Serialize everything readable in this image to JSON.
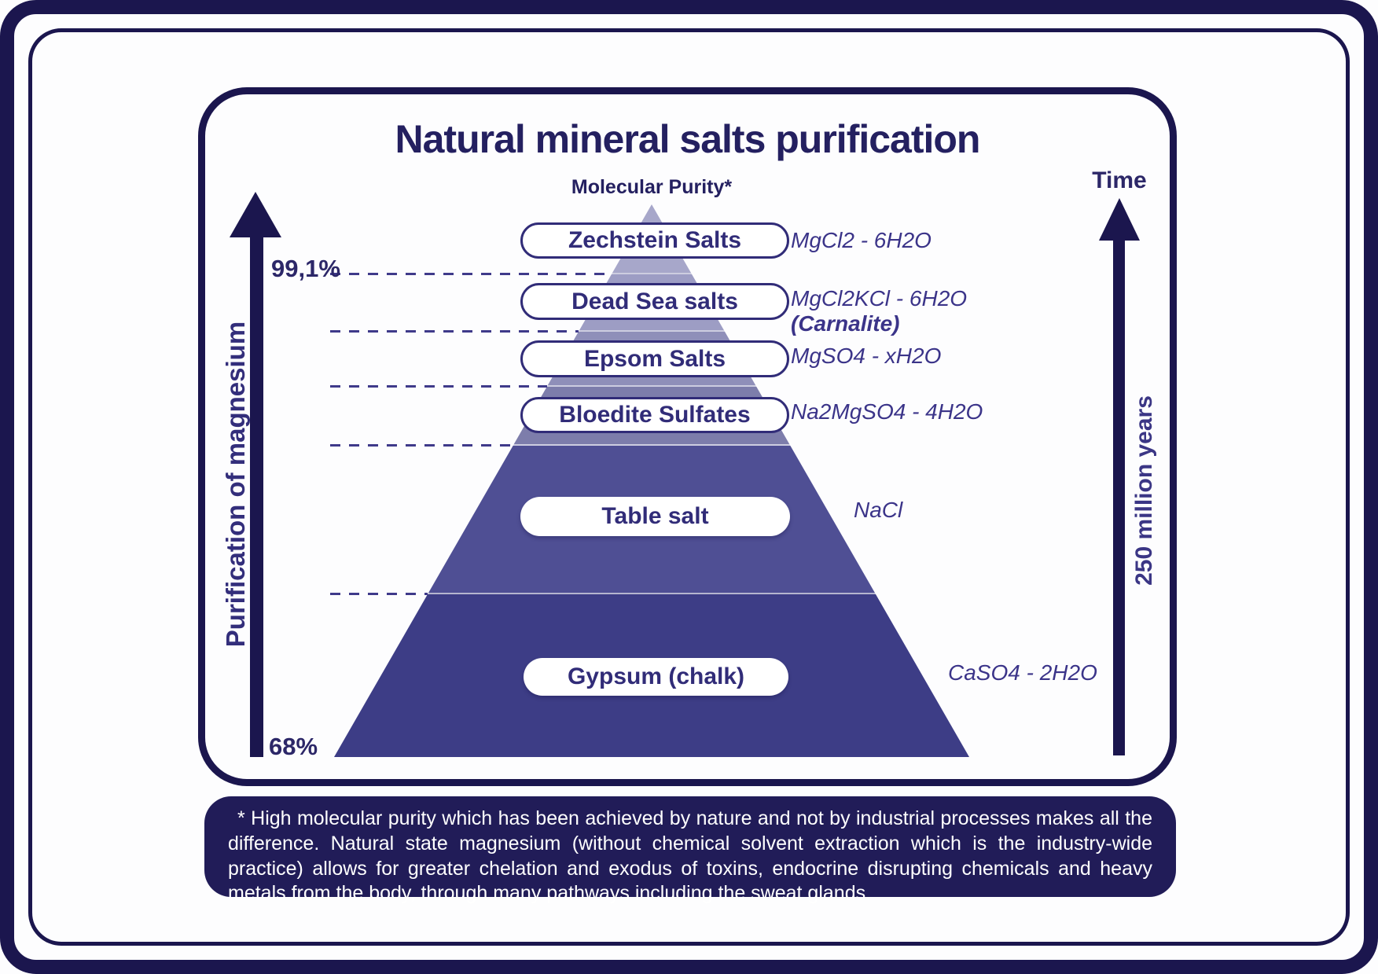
{
  "title": "Natural mineral salts purification",
  "pyramid": {
    "apex_label": "Molecular Purity*",
    "levels": [
      {
        "name": "Zechstein Salts",
        "formula": "MgCl2 - 6H2O",
        "color": "#a7a7ca",
        "boxed": true
      },
      {
        "name": "Dead Sea salts",
        "formula": "MgCl2KCl - 6H2O",
        "formula_note": "(Carnalite)",
        "color": "#9d9dc4",
        "boxed": true
      },
      {
        "name": "Epsom Salts",
        "formula": "MgSO4 - xH2O",
        "color": "#8f8fb9",
        "boxed": true
      },
      {
        "name": "Bloedite Sulfates",
        "formula": "Na2MgSO4 - 4H2O",
        "color": "#7d7dab",
        "boxed": true
      },
      {
        "name": "Table salt",
        "formula": "NaCl",
        "color": "#4f4f94",
        "boxed": false
      },
      {
        "name": "Gypsum (chalk)",
        "formula": "CaSO4 - 2H2O",
        "color": "#3d3d86",
        "boxed": false
      }
    ]
  },
  "left_axis": {
    "label": "Purification of magnesium",
    "top_value": "99,1%",
    "bottom_value": "68%"
  },
  "right_axis": {
    "label": "Time",
    "duration_label": "250 million years"
  },
  "footnote": {
    "text": "* High molecular purity which has been achieved by nature and not by industrial processes makes all the difference. Natural state magnesium (without chemical solvent extraction which is the industry-wide practice) allows for greater chelation and exodus of toxins, endocrine disrupting chemicals and heavy metals from the body, through many pathways including the sweat glands."
  },
  "colors": {
    "frame_navy": "#1b164e",
    "title_navy": "#242060",
    "pill_text": "#312c78",
    "formula_navy": "#3b3489",
    "footnote_bg": "#211c58"
  }
}
